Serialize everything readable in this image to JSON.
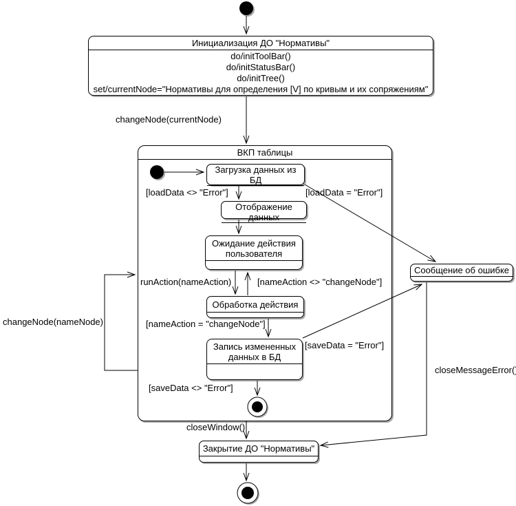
{
  "states": {
    "init": {
      "title": "Инициализация ДО \"Нормативы\"",
      "actions": [
        "do/initToolBar()",
        "do/initStatusBar()",
        "do/initTree()",
        "set/currentNode=\"Нормативы для определения [V] по кривым и их сопряжениям\""
      ]
    },
    "vkp": {
      "title": "ВКП таблицы"
    },
    "load": {
      "title": "Загрузка данных из БД"
    },
    "display": {
      "title": "Отображение данных"
    },
    "wait": {
      "title": "Ожидание действия пользователя"
    },
    "process": {
      "title": "Обработка действия"
    },
    "save": {
      "title": "Запись измененных данных в БД"
    },
    "error": {
      "title": "Сообщение об ошибке"
    },
    "close": {
      "title": "Закрытие ДО \"Нормативы\""
    }
  },
  "transitions": {
    "change_node_current": "changeNode(currentNode)",
    "load_ok": "[loadData <> \"Error\"]",
    "load_err": "[loadData = \"Error\"]",
    "run_action": "runAction(nameAction)",
    "name_action_neq": "[nameAction <> \"changeNode\"]",
    "name_action_eq": "[nameAction = \"changeNode\"]",
    "save_err": "[saveData = \"Error\"]",
    "save_ok": "[saveData <> \"Error\"]",
    "change_node_name": "changeNode(nameNode)",
    "close_window": "closeWindow()",
    "close_message_error": "closeMessageError()"
  },
  "colors": {
    "line": "#000000",
    "fill": "#ffffff",
    "shadow": "#a8a8a8"
  }
}
